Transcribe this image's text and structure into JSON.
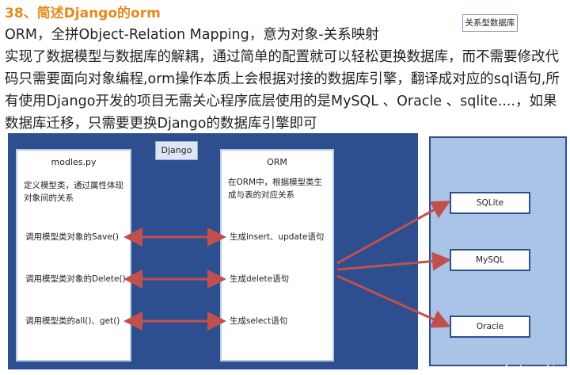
{
  "heading": "38、简述Django的orm",
  "para1": "ORM，全拼Object-Relation Mapping，意为对象-关系映射",
  "para2": "实现了数据模型与数据库的解耦，通过简单的配置就可以轻松更换数据库，而不需要修改代码只需要面向对象编程,orm操作本质上会根据对接的数据库引擎，翻译成对应的sql语句,所有使用Django开发的项目无需关心程序底层使用的是MySQL 、Oracle 、sqlite....，如果数据库迁移，只需要更换Django的数据库引擎即可",
  "diagram": {
    "django_label": "Django",
    "models_box": {
      "title": "modles.py",
      "desc": "定义模型类，通过属性体现对象间的关系",
      "items": [
        "调用模型类对象的Save()",
        "调用模型类对象的Delete()",
        "调用模型类的all()、get()"
      ]
    },
    "orm_box": {
      "title": "ORM",
      "desc": "在ORM中，根据模型类生成与表的对应关系",
      "items": [
        "生成insert、update语句",
        "生成delete语句",
        "生成select语句"
      ]
    },
    "db_panel": {
      "title": "关系型数据库",
      "dbs": [
        "SQLite",
        "MySQL",
        "Oracle"
      ]
    },
    "colors": {
      "arrow": "#c0504d",
      "panel": "#2e4f8f",
      "db_panel": "#a9c4e6"
    }
  },
  "watermark": "www.Asphp.online"
}
